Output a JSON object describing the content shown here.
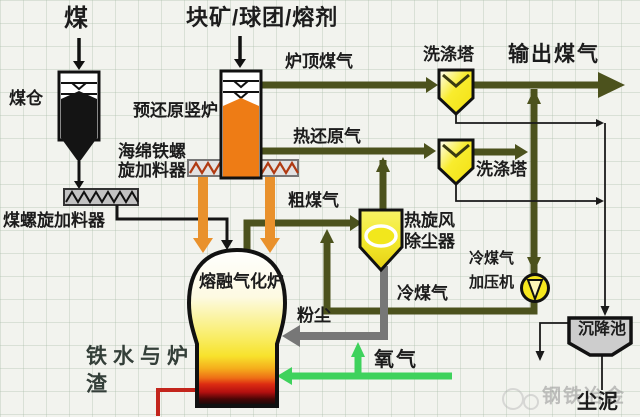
{
  "labels": {
    "coal": "煤",
    "ore_pellet_flux": "块矿/球团/熔剂",
    "coal_bunker": "煤仓",
    "shaft_furnace": "预还原竖炉",
    "sponge_feeder_line1": "海绵铁螺",
    "sponge_feeder_line2": "旋加料器",
    "coal_screw_feeder": "煤螺旋加料器",
    "top_gas": "炉顶煤气",
    "scrubber1": "洗涤塔",
    "output_gas": "输出煤气",
    "hot_reduction_gas": "热还原气",
    "scrubber2": "洗涤塔",
    "raw_gas": "粗煤气",
    "cyclone_line1": "热旋风",
    "cyclone_line2": "除尘器",
    "cold_gas_at_compressor": "冷煤气",
    "compressor": "加压机",
    "cold_gas_return": "冷煤气",
    "dust": "粉尘",
    "oxygen": "氧气",
    "melter_gasifier": "熔融气化炉",
    "hot_metal_slag_line1": "铁水与炉",
    "hot_metal_slag_line2": "渣",
    "settling_pond": "沉降池",
    "dust_sludge": "尘泥",
    "watermark": "钢铁冶金"
  },
  "colors": {
    "gas_line_olive": "#4c521d",
    "orange_solid": "#ee7c15",
    "orange_arrow": "#e9912c",
    "vessel_yellow": "#f6e71e",
    "dust_gray": "#777777",
    "oxygen_green": "#3ed25c",
    "hot_metal_red": "#c3251c",
    "pond_gray": "#cdcdcd",
    "background": "#f2f3ee"
  }
}
